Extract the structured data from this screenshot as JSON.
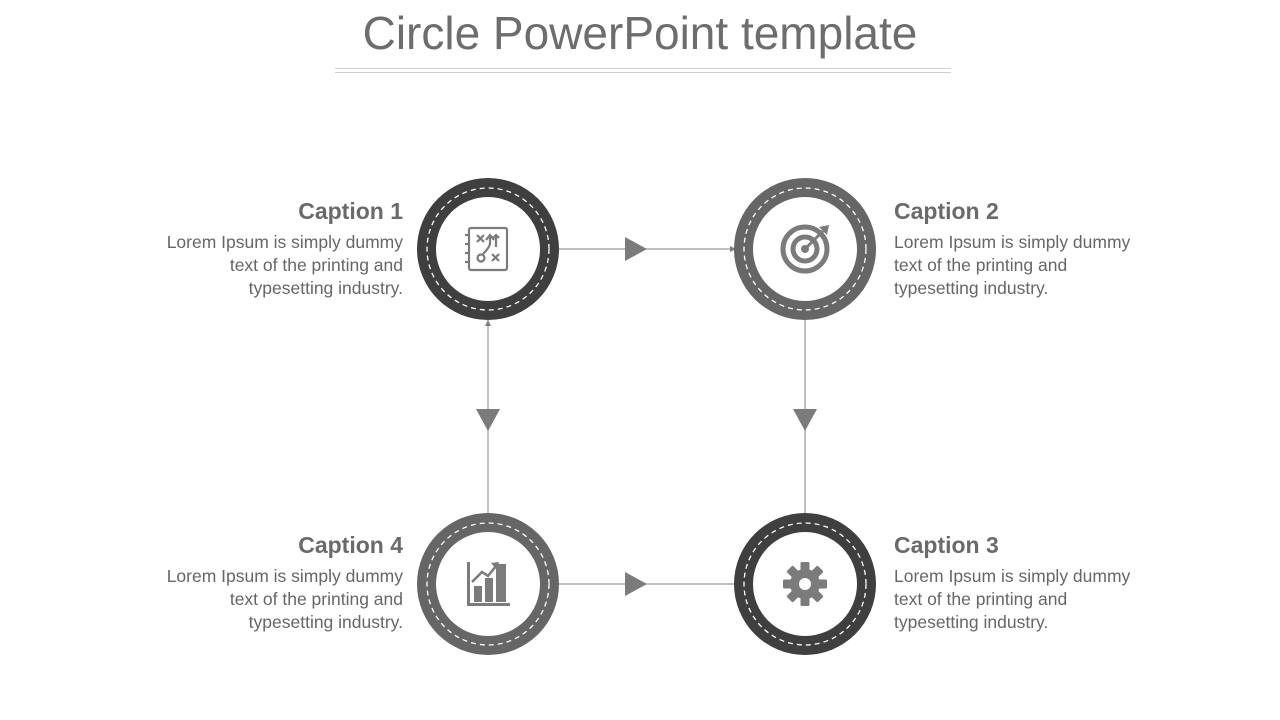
{
  "title": "Circle PowerPoint template",
  "colors": {
    "dark_ring": "#3f3f3f",
    "medium_ring": "#666666",
    "icon": "#7b7b7b",
    "connector": "#9a9a9a",
    "arrow": "#7b7b7b",
    "text": "#666666"
  },
  "nodes": [
    {
      "caption": "Caption 1",
      "body": "Lorem Ipsum is simply dummy text of the printing and typesetting industry.",
      "icon": "strategy-icon"
    },
    {
      "caption": "Caption 2",
      "body": "Lorem Ipsum is simply dummy text of the printing and typesetting industry.",
      "icon": "target-icon"
    },
    {
      "caption": "Caption 3",
      "body": "Lorem Ipsum is simply dummy text of the printing and typesetting industry.",
      "icon": "gear-icon"
    },
    {
      "caption": "Caption 4",
      "body": "Lorem Ipsum is simply dummy text of the printing and typesetting industry.",
      "icon": "growth-chart-icon"
    }
  ]
}
